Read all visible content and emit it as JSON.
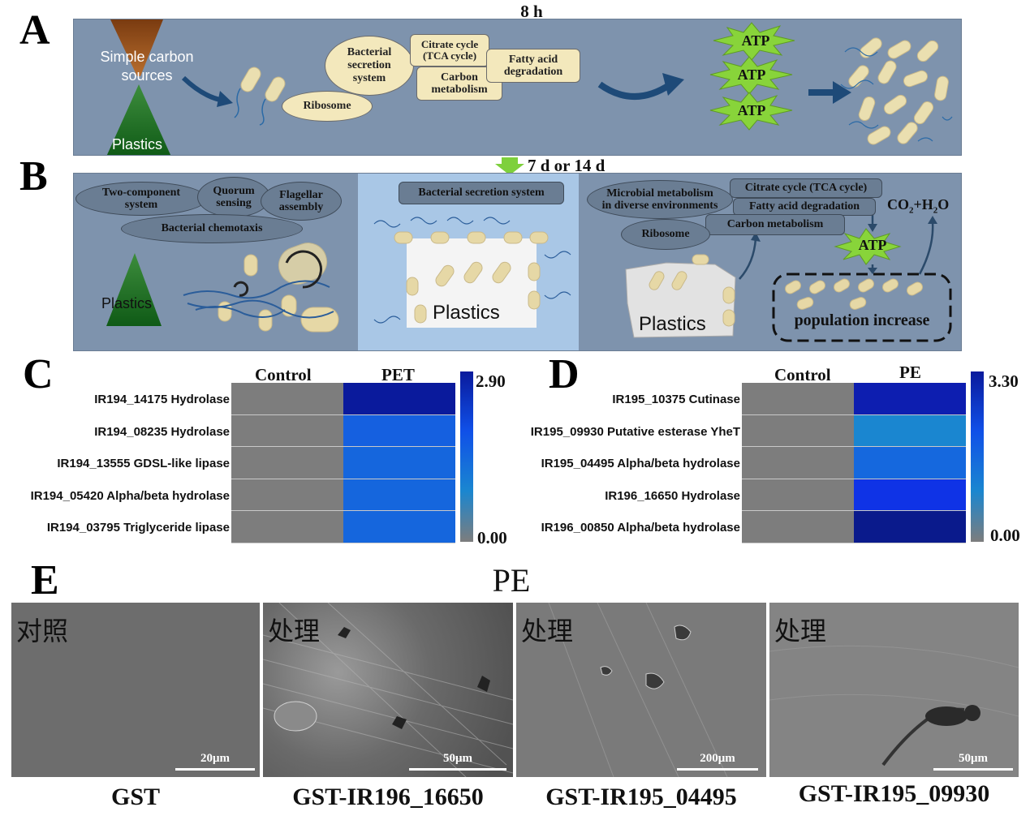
{
  "panel_letters": {
    "a": "A",
    "b": "B",
    "c": "C",
    "d": "D",
    "e": "E"
  },
  "panel_a": {
    "time_label": "8 h",
    "simple_carbon": "Simple carbon sources",
    "plastics": "Plastics",
    "bubbles": {
      "secretion": "Bacterial secretion system",
      "ribosome": "Ribosome",
      "citrate": "Citrate cycle (TCA cycle)",
      "carbon": "Carbon metabolism",
      "fatty": "Fatty acid degradation"
    },
    "atp": [
      "ATP",
      "ATP",
      "ATP"
    ]
  },
  "panel_b": {
    "time_label": "7 d or 14 d",
    "two_component": "Two-component system",
    "quorum": "Quorum sensing",
    "flagellar": "Flagellar assembly",
    "chemotaxis": "Bacterial chemotaxis",
    "plastics_left": "Plastics",
    "secretion": "Bacterial secretion system",
    "plastics_mid": "Plastics",
    "microbial": "Microbial metabolism in diverse environments",
    "citrate": "Citrate cycle (TCA cycle)",
    "fatty": "Fatty acid degradation",
    "carbon": "Carbon metabolism",
    "ribosome": "Ribosome",
    "atp": "ATP",
    "co2_main": "CO",
    "co2_sub": "2",
    "plus_h": "+H",
    "h2o_sub": "2",
    "o": "O",
    "plastics_right": "Plastics",
    "population": "population increase"
  },
  "panel_c": {
    "col_control": "Control",
    "col_treat": "PET",
    "rows": [
      "IR194_14175 Hydrolase",
      "IR194_08235 Hydrolase",
      "IR194_13555 GDSL-like lipase",
      "IR194_05420  Alpha/beta hydrolase",
      "IR194_03795 Triglyceride lipase"
    ],
    "colors": [
      "#0a1a9c",
      "#1560e0",
      "#1566dd",
      "#1566dd",
      "#1566dd"
    ],
    "control_color": "#7d7d7d",
    "cb_max": "2.90",
    "cb_min": "0.00"
  },
  "panel_d": {
    "col_control": "Control",
    "col_treat": "PE",
    "rows": [
      "IR195_10375 Cutinase",
      "IR195_09930 Putative esterase YheT",
      "IR195_04495 Alpha/beta hydrolase",
      "IR196_16650 Hydrolase",
      "IR196_00850 Alpha/beta hydrolase"
    ],
    "colors": [
      "#0d1eb0",
      "#1a86d0",
      "#1568de",
      "#0f33e6",
      "#0a1a8c"
    ],
    "control_color": "#7d7d7d",
    "cb_max": "3.30",
    "cb_min": "0.00"
  },
  "panel_e": {
    "title": "PE",
    "images": [
      {
        "label": "对照",
        "scale": "20μm",
        "caption": "GST"
      },
      {
        "label": "处理",
        "scale": "50μm",
        "caption": "GST-IR196_16650"
      },
      {
        "label": "处理",
        "scale": "200μm",
        "caption": "GST-IR195_04495"
      },
      {
        "label": "处理",
        "scale": "50μm",
        "caption": "GST-IR195_09930"
      }
    ]
  }
}
